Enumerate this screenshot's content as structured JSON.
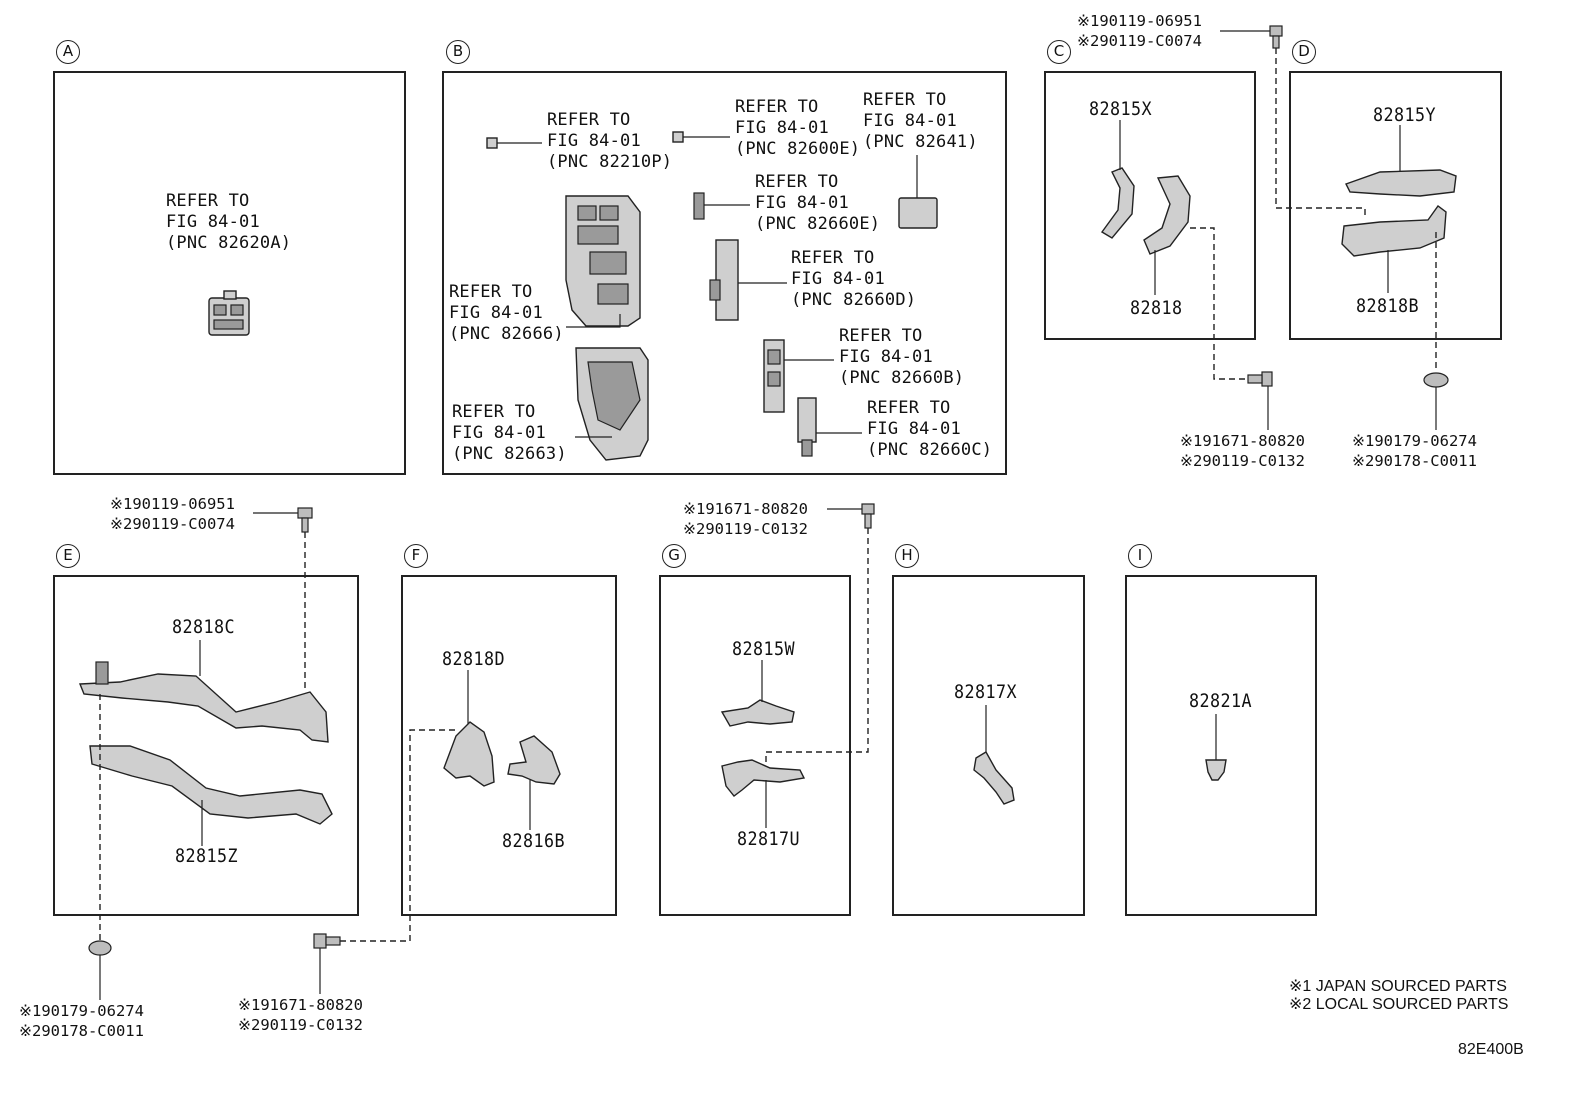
{
  "panels": {
    "A": {
      "letter": "A",
      "refer": "REFER TO\nFIG 84-01\n(PNC 82620A)"
    },
    "B": {
      "letter": "B",
      "refs": [
        "REFER TO\nFIG 84-01\n(PNC 82210P)",
        "REFER TO\nFIG 84-01\n(PNC 82600E)",
        "REFER TO\nFIG 84-01\n(PNC 82641)",
        "REFER TO\nFIG 84-01\n(PNC 82660E)",
        "REFER TO\nFIG 84-01\n(PNC 82660D)",
        "REFER TO\nFIG 84-01\n(PNC 82666)",
        "REFER TO\nFIG 84-01\n(PNC 82660B)",
        "REFER TO\nFIG 84-01\n(PNC 82663)",
        "REFER TO\nFIG 84-01\n(PNC 82660C)"
      ]
    },
    "C": {
      "letter": "C",
      "parts": [
        "82815X",
        "82818"
      ]
    },
    "D": {
      "letter": "D",
      "parts": [
        "82815Y",
        "82818B"
      ]
    },
    "E": {
      "letter": "E",
      "parts": [
        "82818C",
        "82815Z"
      ]
    },
    "F": {
      "letter": "F",
      "parts": [
        "82818D",
        "82816B"
      ]
    },
    "G": {
      "letter": "G",
      "parts": [
        "82815W",
        "82817U"
      ]
    },
    "H": {
      "letter": "H",
      "parts": [
        "82817X"
      ]
    },
    "I": {
      "letter": "I",
      "parts": [
        "82821A"
      ]
    }
  },
  "fasteners": {
    "cd_top": "※190119-06951\n※290119-C0074",
    "c_bottom": "※191671-80820\n※290119-C0132",
    "d_bottom": "※190179-06274\n※290178-C0011",
    "e_top": "※190119-06951\n※290119-C0074",
    "e_bottom": "※190179-06274\n※290178-C0011",
    "f_bottom": "※191671-80820\n※290119-C0132",
    "g_top": "※191671-80820\n※290119-C0132"
  },
  "notes": "※1 JAPAN SOURCED PARTS\n※2 LOCAL SOURCED PARTS",
  "diagram_code": "82E400B"
}
